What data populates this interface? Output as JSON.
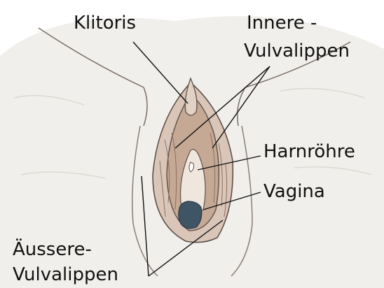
{
  "labels": {
    "klitoris": "Klitoris",
    "innere_line1": "Innere -",
    "innere_line2": "Vulvalippen",
    "harnroehre": "Harnröhre",
    "vagina": "Vagina",
    "aeussere_line1": "Äussere-",
    "aeussere_line2": "Vulvalippen"
  },
  "colors": {
    "paper": "#f1efec",
    "pencil": "#5e5148",
    "skin_tone": "#b89a86",
    "opening": "#3f5566"
  }
}
